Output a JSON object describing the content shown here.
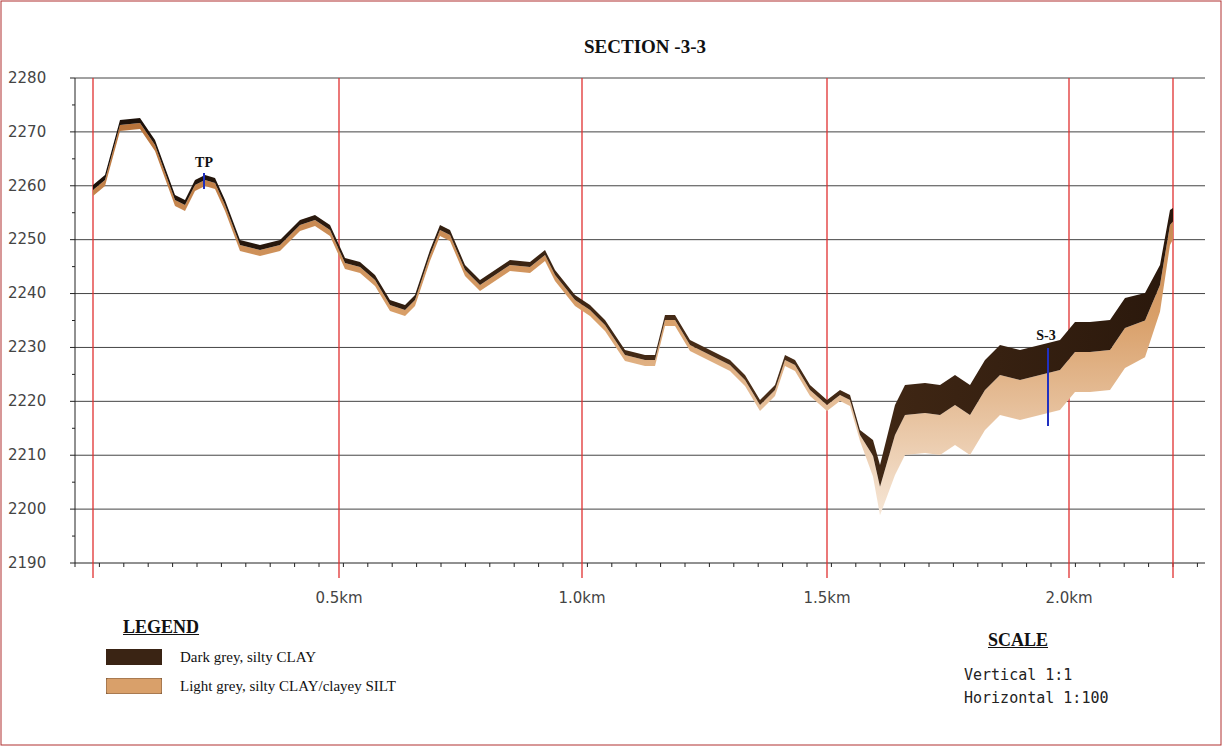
{
  "diagram": {
    "title": "SECTION -3-3",
    "labels": [
      "2280",
      "2270",
      "2260",
      "2250",
      "2240",
      "2230",
      "2220",
      "2210",
      "2200",
      "2190",
      "0.5km",
      "1.0km",
      "1.5km",
      "2.0km",
      "TP",
      "S-3",
      "LEGEND",
      "SCALE",
      "Vertical 1:1",
      "Horizontal 1:100"
    ],
    "legend": [
      {
        "text": "Dark grey, silty CLAY",
        "color": "#3a2414"
      },
      {
        "text": "Light grey, silty CLAY/clayey SILT",
        "color": "#d9a06a"
      }
    ]
  }
}
